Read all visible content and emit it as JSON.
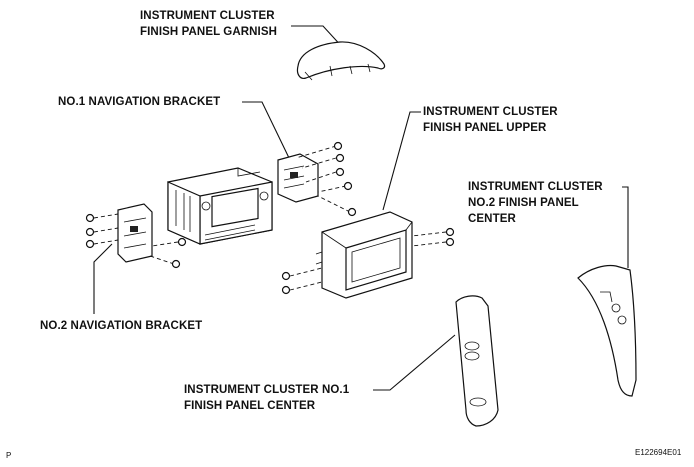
{
  "labels": {
    "garnish_line1": "INSTRUMENT CLUSTER",
    "garnish_line2": "FINISH PANEL GARNISH",
    "nav_bracket_1": "NO.1 NAVIGATION BRACKET",
    "upper_line1": "INSTRUMENT CLUSTER",
    "upper_line2": "FINISH PANEL UPPER",
    "no2_center_line1": "INSTRUMENT CLUSTER",
    "no2_center_line2": "NO.2 FINISH PANEL",
    "no2_center_line3": "CENTER",
    "nav_bracket_2": "NO.2 NAVIGATION BRACKET",
    "no1_center_line1": "INSTRUMENT CLUSTER NO.1",
    "no1_center_line2": "FINISH PANEL CENTER"
  },
  "corner_mark": "P",
  "figure_code": "E122694E01"
}
